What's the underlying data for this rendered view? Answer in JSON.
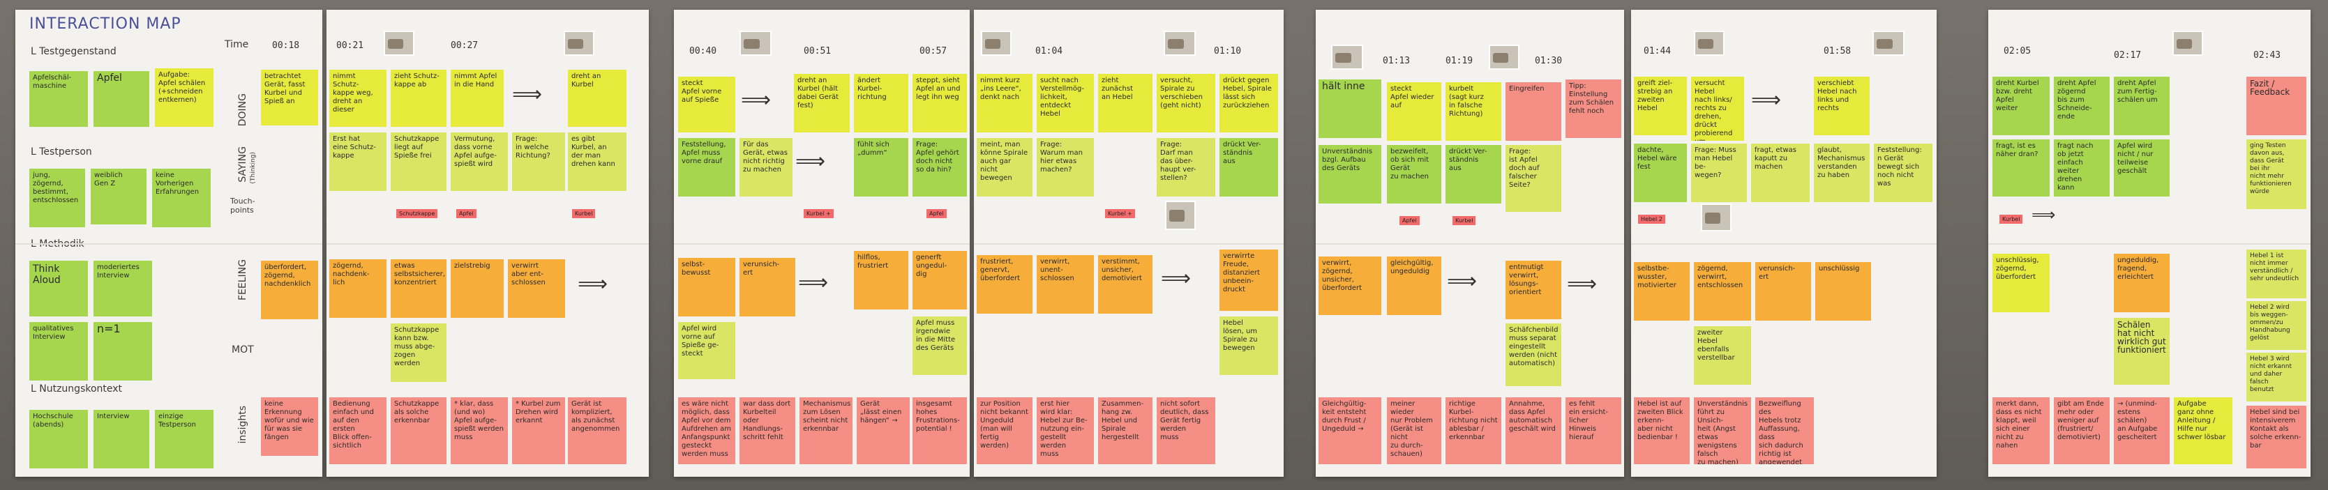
{
  "title": "INTERACTION MAP",
  "left_labels": {
    "testgegenstand": "L Testgegenstand",
    "testperson": "L Testperson",
    "methodik": "L Methodik",
    "nutzungskontext": "L Nutzungskontext",
    "time": "Time",
    "doing": "DOING",
    "saying": "SAYING",
    "saying_sub": "(Thinking)",
    "touchpoints": "Touch-\npoints",
    "feeling": "FEELING",
    "mot": "MOT",
    "insights": "insights"
  },
  "left_notes": [
    "Apfelschäl-\nmaschine",
    "Apfel",
    "Aufgabe:\nApfel schälen\n(+schneiden\nentkernen)",
    "jung,\nzögernd,\nbestimmt,\nentschlossen",
    "weiblich\nGen Z",
    "keine\nVorherigen\nErfahrungen",
    "Think\nAloud",
    "moderiertes\nInterview",
    "qualitatives\nInterview",
    "n=1",
    "Hochschule\n(abends)",
    "Interview",
    "einzige\nTestperson"
  ],
  "times": [
    "00:18",
    "00:21",
    "00:27",
    "00:40",
    "00:51",
    "00:57",
    "01:04",
    "01:10",
    "01:13",
    "01:19",
    "01:30",
    "01:44",
    "01:58",
    "02:05",
    "02:17",
    "02:43"
  ],
  "doing": [
    "betrachtet\nGerät, fasst\nKurbel und\nSpieß an",
    "nimmt Schutz-\nkappe weg,\ndreht an\ndieser",
    "zieht Schutz-\nkappe ab",
    "nimmt Apfel\nin die Hand",
    "dreht an\nKurbel",
    "steckt\nApfel vorne\nauf Spieße",
    "dreht an\nKurbel (hält\ndabei Gerät\nfest)",
    "ändert\nKurbel-\nrichtung",
    "steppt, sieht\nApfel an und\nlegt ihn weg",
    "nimmt kurz\n„ins Leere“,\ndenkt nach",
    "sucht nach\nVerstellmög-\nlichkeit,\nentdeckt\nHebel",
    "zieht\nzunächst\nan Hebel",
    "versucht,\nSpirale zu\nverschieben\n(geht nicht)",
    "drückt gegen\nHebel, Spirale\nlässt sich\nzurückziehen",
    "hält inne",
    "steckt\nApfel wieder\nauf",
    "kurbelt\n(sagt kurz\nin falsche\nRichtung)",
    "Eingreifen",
    "Tipp:\nEinstellung\nzum Schälen\nfehlt noch",
    "greift ziel-\nstrebig an\nzweiten\nHebel",
    "versucht Hebel\nnach links/\nrechts zu\ndrehen,\ndrückt\nprobierend um",
    "verschiebt\nHebel nach\nlinks und\nrechts",
    "dreht Kurbel\nbzw. dreht\nApfel\nweiter",
    "dreht Apfel\nzögernd\nbis zum\nSchneide-\nende",
    "dreht Apfel\nzum Fertig-\nschälen um",
    "Fazit /\nFeedback"
  ],
  "saying": [
    "Erst hat\neine Schutz-\nkappe",
    "Schutzkappe\nliegt auf\nSpieße frei",
    "Vermutung,\ndass vorne\nApfel aufge-\nspießt wird",
    "Frage:\nin welche\nRichtung?",
    "es gibt\nKurbel, an\nder man\ndrehen kann",
    "Feststellung,\nApfel muss\nvorne drauf",
    "Für das\nGerät, etwas\nnicht richtig\nzu machen",
    "fühlt sich\n„dumm“",
    "Frage:\nApfel gehört\ndoch nicht\nso da hin?",
    "meint, man\nkönne Spirale\nauch gar nicht\nbewegen",
    "Frage:\nWarum man\nhier etwas\nmachen?",
    "Frage:\nDarf man\ndas über-\nhaupt ver-\nstellen?",
    "drückt Ver-\nständnis\naus",
    "Unverständnis\nbzgl. Aufbau\ndes Geräts",
    "bezweifelt,\nob sich mit\nGerät\nzu machen",
    "drückt Ver-\nständnis\naus",
    "Frage:\nist Apfel\ndoch auf\nfalscher\nSeite?",
    "dachte,\nHebel wäre\nfest",
    "Frage: Muss\nman Hebel\nbe-\nwegen?",
    "fragt, etwas\nkaputt zu\nmachen",
    "glaubt,\nMechanismus\nverstanden\nzu haben",
    "Feststellung:\nn Gerät\nbewegt sich\nnoch nicht\nwas",
    "fragt, ist es\nnäher dran?",
    "fragt nach\nob jetzt\neinfach weiter\ndrehen\nkann",
    "Apfel wird\nnicht / nur\nteilweise\ngeschält",
    "ging Testen\ndavon aus,\ndass Gerät\nbei ihr\nnicht mehr\nfunktionieren\nwürde"
  ],
  "touch_tags": [
    "Schutzkappe",
    "Apfel",
    "Kurbel",
    "Kurbel +",
    "Kurbel +",
    "Apfel",
    "Kurbel",
    "Apfel",
    "Hebel 2",
    "Kurbel"
  ],
  "feeling": [
    "überfordert,\nzögernd,\nnachdenklich",
    "zögernd,\nnachdenk-\nlich",
    "etwas\nselbstsicherer,\nkonzentriert",
    "zielstrebig",
    "verwirrt\naber ent-\nschlossen",
    "selbst-\nbewusst",
    "verunsich-\nert",
    "hilflos,\nfrustriert",
    "generft\nungedul-\ndig",
    "frustriert,\ngenervt,\nüberfordert",
    "verwirrt,\nunent-\nschlossen",
    "verstimmt,\nunsicher,\ndemotiviert",
    "verwirrte\nFreude,\ndistanziert\nunbeein-\ndruckt",
    "verwirrt,\nzögernd,\nunsicher,\nüberfordert",
    "gleichgültig,\nungeduldig",
    "entmutigt\nverwirrt,\nlösungs-\norientiert",
    "selbstbe-\nwusster,\nmotivierter",
    "zögernd,\nverwirrt,\nentschlossen",
    "verunsich-\nert",
    "unschlüssig",
    "unschlüssig,\nzögernd,\nüberfordert",
    "ungeduldig,\nfragend,\nerleichtert"
  ],
  "mot": [
    "Schutzkappe\nkann bzw.\nmuss abge-\nzogen werden",
    "Apfel wird\nvorne auf\nSpieße ge-\nsteckt",
    "Apfel muss\nirgendwie\nin die Mitte\ndes Geräts",
    "Hebel\nlösen, um\nSpirale zu\nbewegen",
    "Schäfchenbild\nmuss separat\neingestellt\nwerden (nicht\nautomatisch)",
    "zweiter\nHebel\nebenfalls\nverstellbar",
    "Schälen\nhat nicht\nwirklich gut\nfunktioniert"
  ],
  "insights": [
    "keine Erkennung\nwofür und wie\nfür was sie\nfängen",
    "Bedienung\neinfach und\nauf den\nersten\nBlick offen-\nsichtlich",
    "Schutzkappe\nals solche\nerkennbar",
    "* klar, dass\n(und wo)\nApfel aufge-\nspießt werden\nmuss",
    "* Kurbel zum\nDrehen wird\nerkannt",
    "Gerät ist\nkompliziert,\nals zunächst\nangenommen",
    "es wäre nicht\nmöglich, dass\nApfel vor dem\nAufdrehen am\nAnfangspunkt\ngesteckt\nwerden muss",
    "war dass dort\nKurbelteil\noder\nHandlungs-\nschritt fehlt",
    "Mechanismus\nzum Lösen\nscheint nicht\nerkennbar",
    "Gerät\n„lässt einen\nhängen“ →",
    "insgesamt\nhohes\nFrustrations-\npotential !",
    "zur Position\nnicht bekannt\nUngeduld\n(man will\nfertig werden)",
    "erst hier\nwird klar:\nHebel zur Be-\nnutzung ein-\ngestellt werden\nmuss",
    "Zusammen-\nhang zw.\nHebel und\nSpirale\nhergestellt",
    "nicht sofort\ndeutlich, dass\nGerät fertig\nwerden\nmuss",
    "Gleichgültig-\nkeit entsteht\ndurch Frust /\nUngeduld →",
    "meiner wieder\nnur Problem\n(Gerät ist\nnicht\nzu durch-\nschauen)",
    "richtige Kurbel-\nrichtung nicht\nablesbar /\nerkennbar",
    "Annahme,\ndass Apfel\nautomatisch\ngeschält wird",
    "es fehlt\nein ersicht-\nlicher\nHinweis\nhierauf",
    "Hebel ist auf\nzweiten Blick\nerkenn-\naber nicht\nbedienbar !",
    "Unverständnis\nführt zu Unsich-\nheit (Angst etwas\nwenigstens\nfalsch\nzu machen)",
    "Bezweiflung des\nHebels trotz\nAuffassung, dass\nsich dadurch\nrichtig ist\nangewendet",
    "merkt dann,\ndass es nicht\nklappt, weil\nsich einer\nnicht zu nahen",
    "gibt am Ende\nmehr oder\nweniger auf\n(frustriert/\ndemotiviert)",
    "→ (unmind-\nestens\nschälen)\nan Aufgabe\ngescheitert",
    "Aufgabe\nganz ohne\nAnleitung /\nHilfe nur\nschwer lösbar",
    "Hebel sind bei\nintensiverem\nKontakt als\nsolche erkenn-\nbar"
  ],
  "right_side_notes": [
    "Hebel 1 ist\nnicht immer\nverständlich /\nsehr undeutlich",
    "Hebel 2 wird\nbis weggen-\nommen/zu\nHandhabung\ngelöst",
    "Hebel 3 wird\nnicht erkannt\nund daher\nfalsch\nbenutzt"
  ]
}
